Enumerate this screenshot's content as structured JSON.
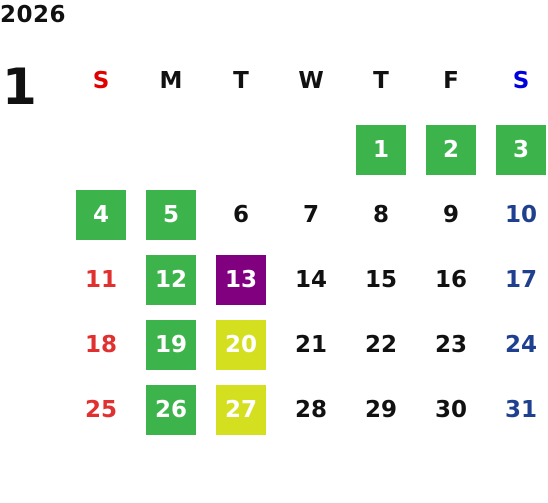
{
  "calendar": {
    "year": "2026",
    "month": "1",
    "weekdays": [
      "S",
      "M",
      "T",
      "W",
      "T",
      "F",
      "S"
    ],
    "days": [
      "1",
      "2",
      "3",
      "4",
      "5",
      "6",
      "7",
      "8",
      "9",
      "10",
      "11",
      "12",
      "13",
      "14",
      "15",
      "16",
      "17",
      "18",
      "19",
      "20",
      "21",
      "22",
      "23",
      "24",
      "25",
      "26",
      "27",
      "28",
      "29",
      "30",
      "31"
    ],
    "highlights": {
      "green_days": [
        "1",
        "2",
        "3",
        "4",
        "5",
        "12",
        "19",
        "26"
      ],
      "purple_days": [
        "13"
      ],
      "yellow_days": [
        "20",
        "27"
      ]
    },
    "colors": {
      "green": "#3cb44b",
      "purple": "#800080",
      "yellow": "#d4df1f",
      "sunday_text": "#e03030",
      "saturday_text": "#1f3f8f",
      "sunday_header": "#e00000",
      "saturday_header": "#0000dd"
    }
  }
}
